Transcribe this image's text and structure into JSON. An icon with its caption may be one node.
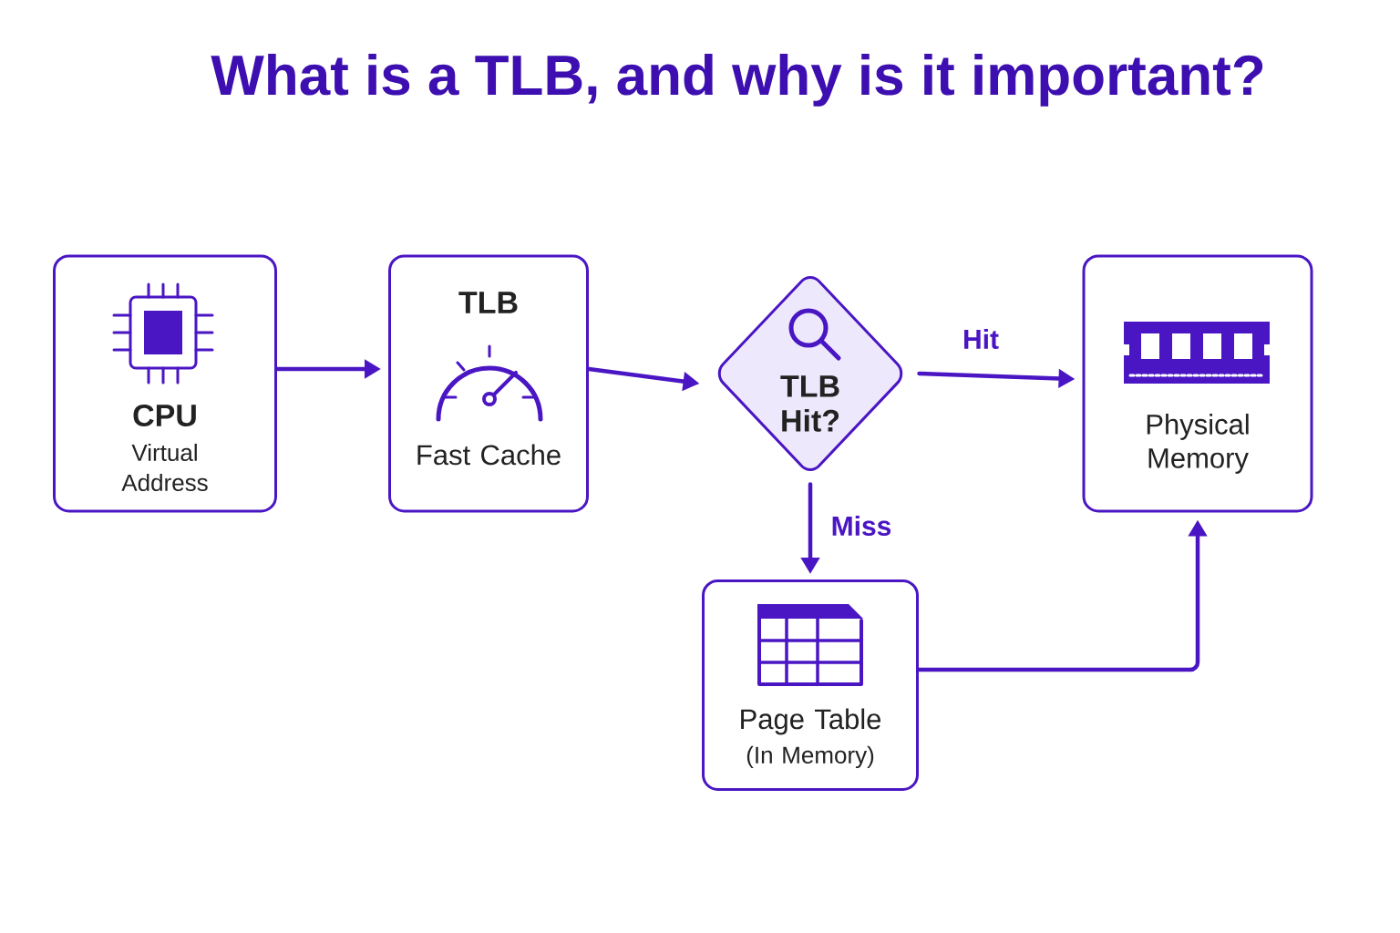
{
  "diagram": {
    "title": "What is a TLB, and why is it important?",
    "nodes": [
      {
        "text": [
          "CPU",
          "Virtual Address"
        ]
      },
      {
        "text": [
          "TLB",
          "Fast Cache"
        ]
      },
      {
        "text": [
          "TLB Hit?"
        ]
      },
      {
        "text": [
          "Physical Memory"
        ]
      },
      {
        "text": [
          "Page Table",
          "(In Memory)"
        ]
      }
    ],
    "edges": [
      {
        "from": 0,
        "to": 1,
        "arrow": "to"
      },
      {
        "from": 1,
        "to": 2,
        "arrow": "to"
      },
      {
        "from": 2,
        "to": 3,
        "arrow": "to",
        "label": "Hit"
      },
      {
        "from": 2,
        "to": 4,
        "arrow": "to",
        "label": "Miss"
      },
      {
        "from": 4,
        "to": 3,
        "arrow": "to"
      }
    ]
  }
}
